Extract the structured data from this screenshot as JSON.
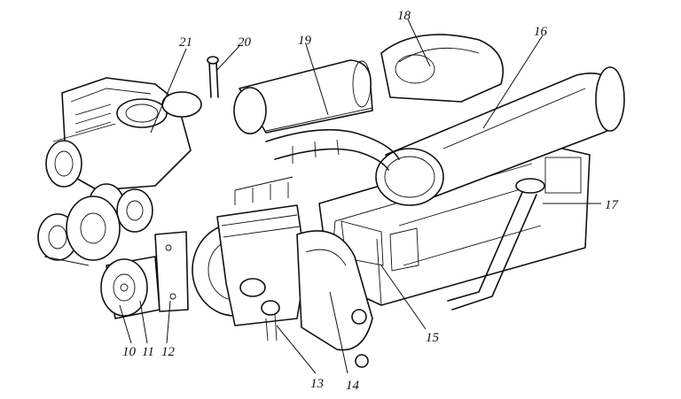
{
  "figure": {
    "callouts": [
      {
        "id": "c10",
        "label": "10"
      },
      {
        "id": "c11",
        "label": "11"
      },
      {
        "id": "c12",
        "label": "12"
      },
      {
        "id": "c13",
        "label": "13"
      },
      {
        "id": "c14",
        "label": "14"
      },
      {
        "id": "c15",
        "label": "15"
      },
      {
        "id": "c16",
        "label": "16"
      },
      {
        "id": "c17",
        "label": "17"
      },
      {
        "id": "c18",
        "label": "18"
      },
      {
        "id": "c19",
        "label": "19"
      },
      {
        "id": "c20",
        "label": "20"
      },
      {
        "id": "c21",
        "label": "21"
      }
    ]
  }
}
